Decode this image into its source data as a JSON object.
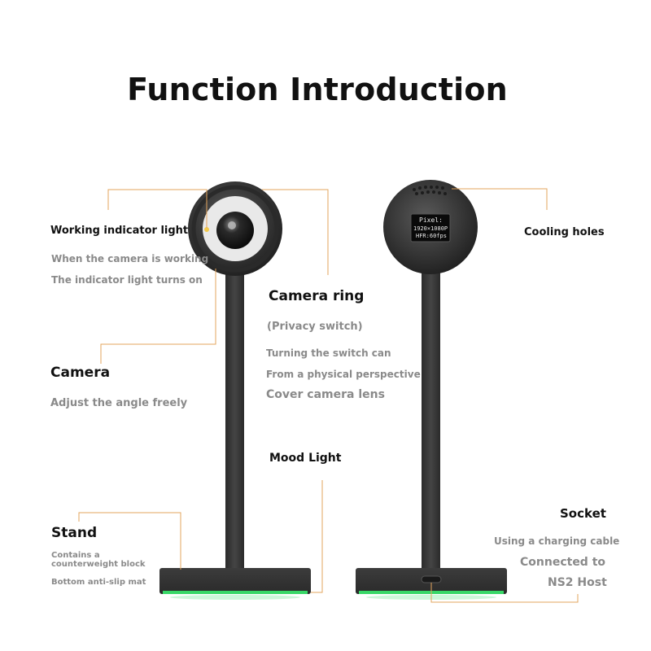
{
  "title": "Function Introduction",
  "left": {
    "indicator_title": "Working indicator light",
    "indicator_line1": "When the camera is working",
    "indicator_line2": "The indicator light turns on",
    "camera_title": "Camera",
    "camera_desc": "Adjust the angle freely",
    "stand_title": "Stand",
    "stand_desc1": "Contains a counterweight block",
    "stand_desc2": "Bottom anti-slip mat"
  },
  "middle": {
    "ring_title": "Camera ring",
    "ring_sub": "(Privacy switch)",
    "ring_line1": "Turning the switch can",
    "ring_line2": "From a physical perspective",
    "ring_line3": "Cover camera lens",
    "mood_title": "Mood Light"
  },
  "right": {
    "cooling_title": "Cooling holes",
    "screen_line1": "Pixel:",
    "screen_line2": "1920×1080P",
    "screen_line3": "HFR:60fps",
    "socket_title": "Socket",
    "socket_line1": "Using a charging cable",
    "socket_line2": "Connected to",
    "socket_line3": "NS2 Host"
  },
  "colors": {
    "leader_line": "#e3a45c",
    "device_body": "#3a3a3a",
    "mood_light": "#39e06a",
    "indicator_led": "#f2c94c"
  }
}
